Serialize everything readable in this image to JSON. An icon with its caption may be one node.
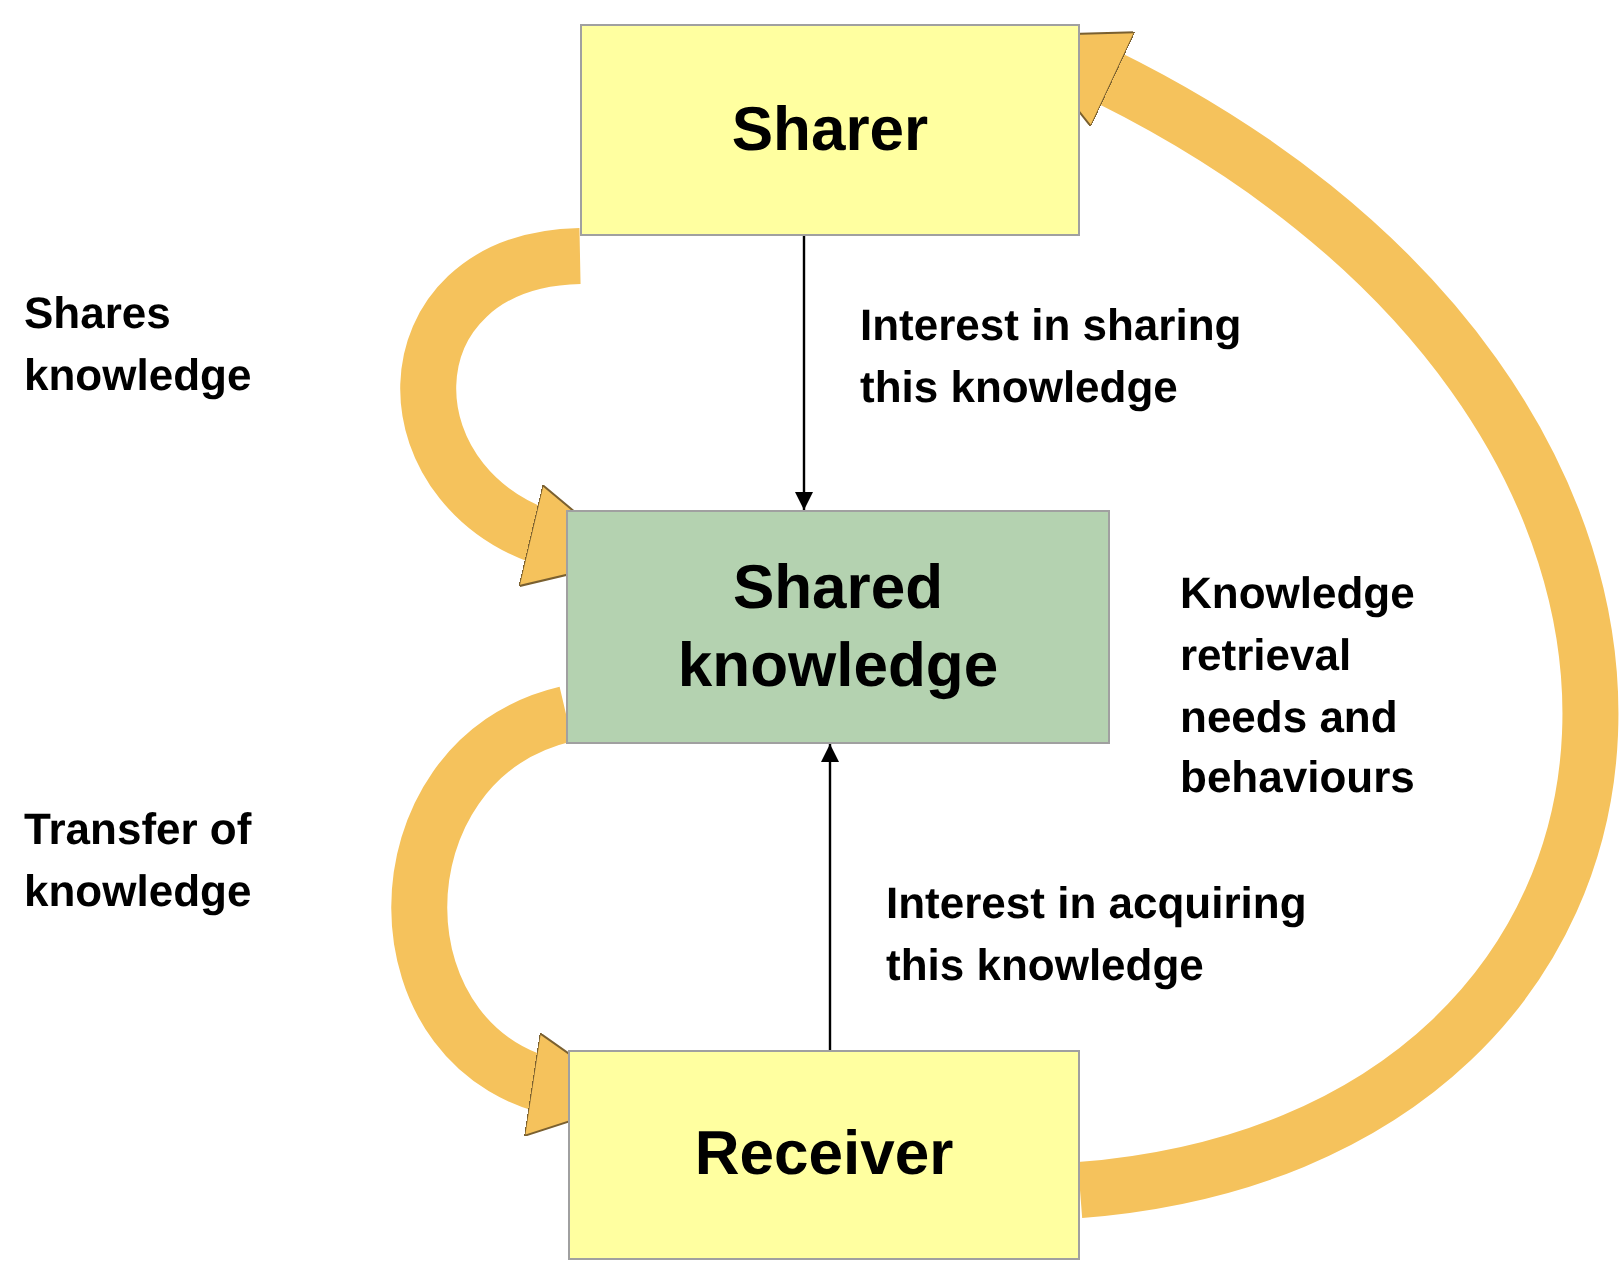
{
  "diagram": {
    "nodes": [
      {
        "text": [
          "Sharer"
        ]
      },
      {
        "text": [
          "Shared knowledge"
        ]
      },
      {
        "text": [
          "Receiver"
        ]
      }
    ],
    "edges": [
      {
        "from": 0,
        "to": 1,
        "arrow": "to",
        "label": "Interest in sharing this knowledge",
        "color": "#000000"
      },
      {
        "from": 2,
        "to": 1,
        "arrow": "to",
        "label": "Interest in acquiring this knowledge",
        "color": "#000000"
      },
      {
        "from": 0,
        "to": 1,
        "arrow": "to",
        "label": "Shares knowledge"
      },
      {
        "from": 1,
        "to": 2,
        "arrow": "to",
        "label": "Transfer of knowledge"
      },
      {
        "from": 2,
        "to": 0,
        "arrow": "to",
        "label": "Knowledge retrieval needs and behaviours"
      }
    ]
  }
}
